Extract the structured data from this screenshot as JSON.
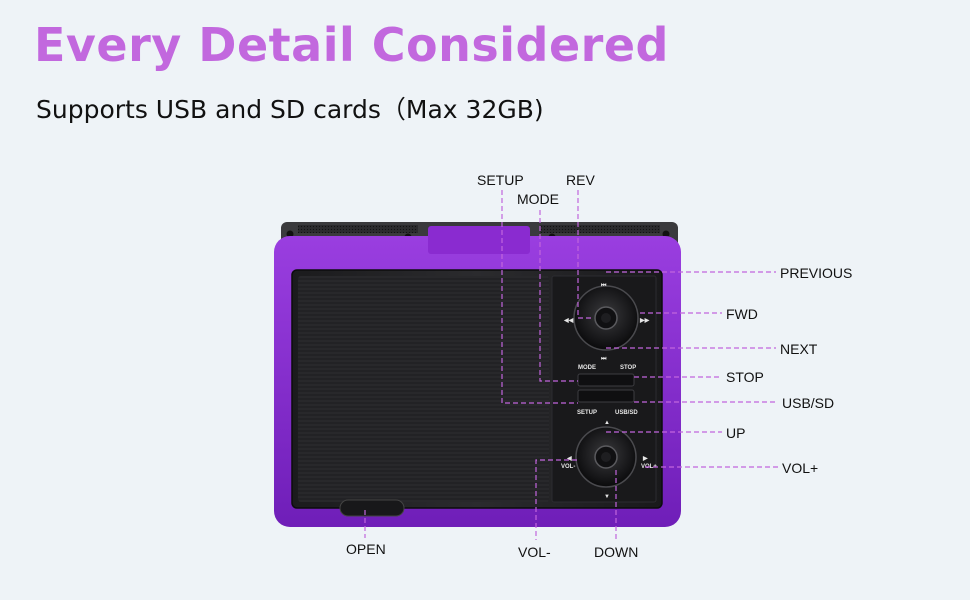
{
  "header": {
    "title": "Every Detail Considered",
    "subtitle": "Supports USB and SD cards（Max 32GB)"
  },
  "device": {
    "body_color": "#8a2bd0",
    "accent_color": "#c165dd",
    "panel_button_labels": {
      "mode": "MODE",
      "stop": "STOP",
      "setup": "SETUP",
      "usb_sd": "USB/SD",
      "vol_minus": "VOL-",
      "vol_plus": "VOL+"
    },
    "icons": [
      "previous-icon",
      "next-icon",
      "rev-icon",
      "fwd-icon",
      "up-arrow-icon",
      "down-arrow-icon",
      "vol-minus-arrow-icon",
      "vol-plus-arrow-icon"
    ]
  },
  "callouts": {
    "setup": "SETUP",
    "rev": "REV",
    "mode": "MODE",
    "previous": "PREVIOUS",
    "fwd": "FWD",
    "next": "NEXT",
    "stop": "STOP",
    "usb_sd": "USB/SD",
    "up": "UP",
    "vol_plus": "VOL+",
    "open": "OPEN",
    "vol_minus": "VOL-",
    "down": "DOWN"
  }
}
